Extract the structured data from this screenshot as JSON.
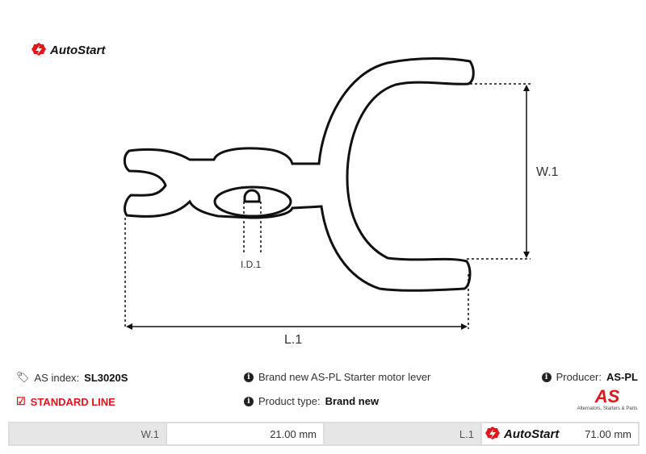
{
  "brand": {
    "logo_text": "AutoStart",
    "producer_logo_text": "AS",
    "producer_tagline": "Alternators, Starters & Parts"
  },
  "diagram": {
    "labels": {
      "width": "W.1",
      "inner_diameter": "I.D.1",
      "length": "L.1"
    }
  },
  "info": {
    "index_label": "AS index:",
    "index_value": "SL3020S",
    "line_label": "STANDARD LINE",
    "description": "Brand new AS-PL Starter motor lever",
    "type_label": "Product type:",
    "type_value": "Brand new",
    "producer_label": "Producer:",
    "producer_value": "AS-PL"
  },
  "specs": [
    {
      "label": "W.1",
      "value": "21.00 mm"
    },
    {
      "label": "L.1",
      "value": "71.00 mm"
    }
  ],
  "colors": {
    "accent": "#e3161b"
  }
}
